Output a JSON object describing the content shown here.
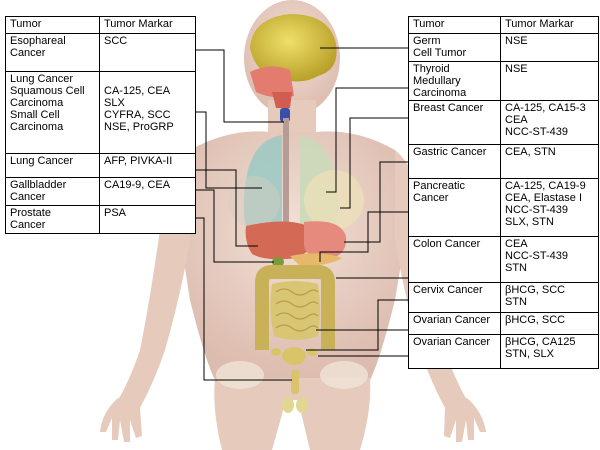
{
  "left_table": {
    "headers": [
      "Tumor",
      "Tumor Markar"
    ],
    "rows": [
      {
        "tumor": "Esophareal\nCancer",
        "marker": "SCC"
      },
      {
        "tumor": "Lung Cancer\nSquamous Cell\nCarcinoma\nSmall Cell\nCarcinoma",
        "marker": "\nCA-125, CEA\nSLX\nCYFRA, SCC\nNSE, ProGRP"
      },
      {
        "tumor": "Lung Cancer",
        "marker": "AFP, PIVKA-II"
      },
      {
        "tumor": "Gallbladder\nCancer",
        "marker": "CA19-9, CEA"
      },
      {
        "tumor": "Prostate\nCancer",
        "marker": "PSA"
      }
    ]
  },
  "right_table": {
    "headers": [
      "Tumor",
      "Tumor Markar"
    ],
    "rows": [
      {
        "tumor": "Germ\nCell Tumor",
        "marker": "NSE"
      },
      {
        "tumor": "Thyroid Medullary\nCarcinoma",
        "marker": "NSE"
      },
      {
        "tumor": "Breast Cancer",
        "marker": "CA-125, CA15-3\nCEA\nNCC-ST-439"
      },
      {
        "tumor": "Gastric Cancer",
        "marker": "CEA, STN"
      },
      {
        "tumor": "Pancreatic\nCancer",
        "marker": "CA-125, CA19-9\nCEA, Elastase I\nNCC-ST-439\nSLX, STN"
      },
      {
        "tumor": "Colon Cancer",
        "marker": "CEA\nNCC-ST-439\nSTN"
      },
      {
        "tumor": "Cervix Cancer",
        "marker": "βHCG, SCC\nSTN"
      },
      {
        "tumor": "Ovarian Cancer",
        "marker": "βHCG, SCC"
      },
      {
        "tumor": "Ovarian Cancer",
        "marker": "βHCG, CA125\nSTN, SLX"
      }
    ]
  },
  "colors": {
    "skin": "#ecd6cb",
    "skin_shade": "#dcbcae",
    "brain": "#d9c23a",
    "lung": "#9fc9c4",
    "breast": "#ece0b8",
    "liver": "#d46a55",
    "stomach": "#e58a7c",
    "intestine": "#c9b15a",
    "airway": "#e37b6e",
    "gland": "#3b4fa8"
  }
}
